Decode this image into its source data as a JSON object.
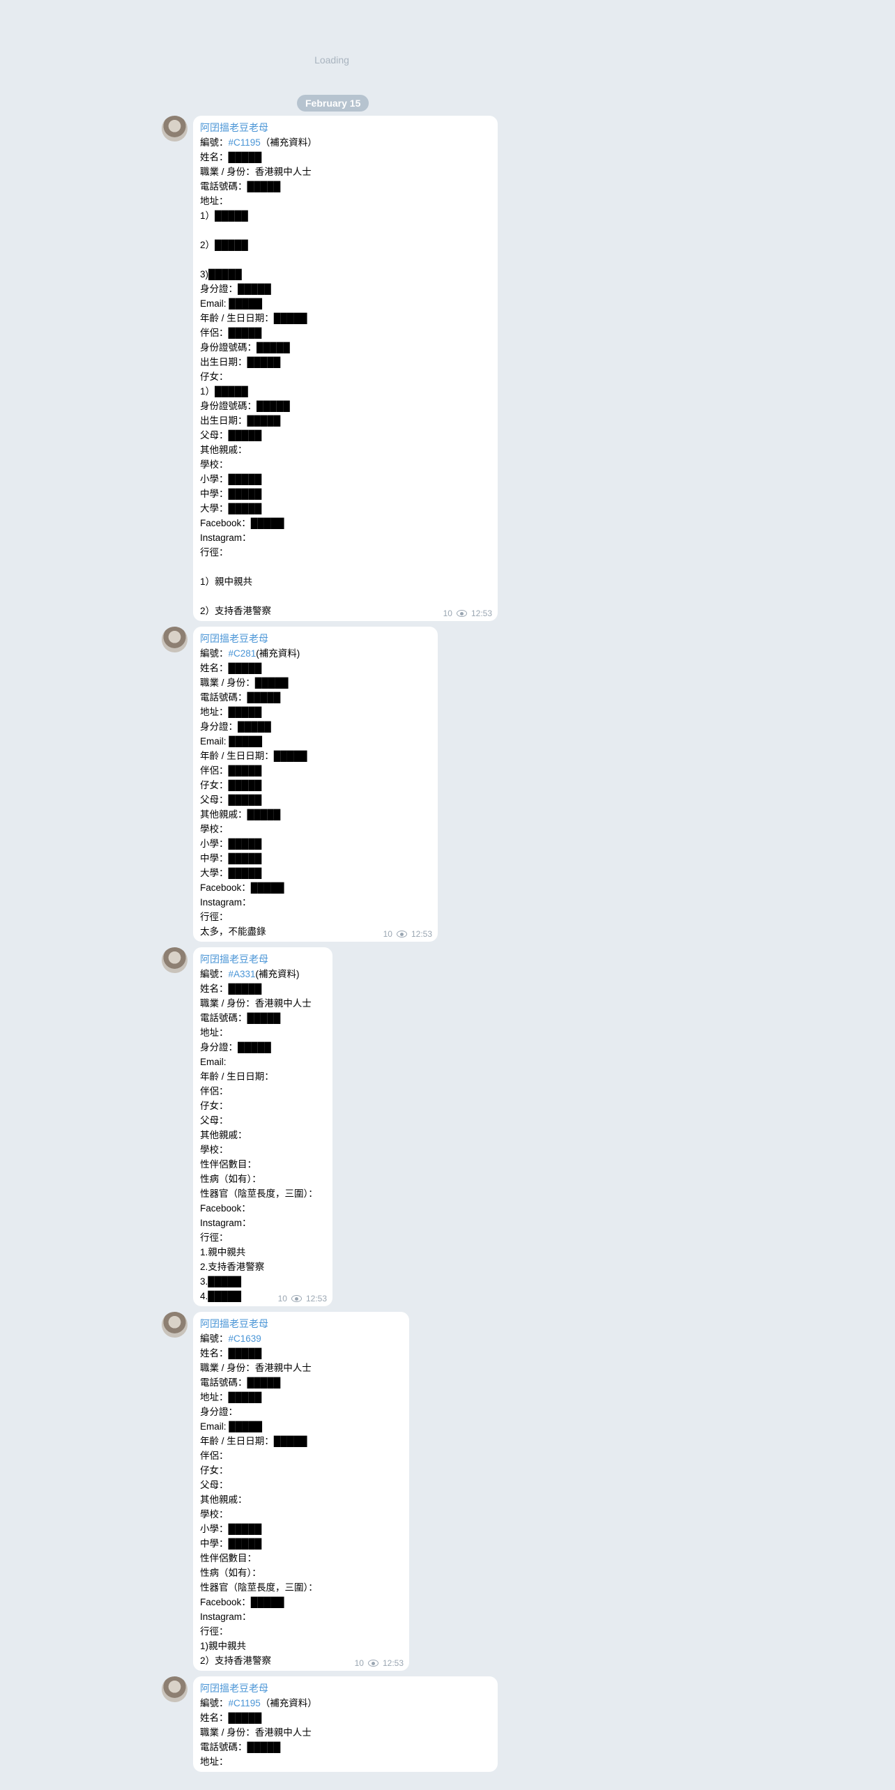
{
  "loading": "Loading",
  "date": "February 15",
  "messages": [
    {
      "author": "阿囝搵老豆老母",
      "tag": "#C1195",
      "tag_suffix": "（補充資料）",
      "views": "10",
      "time": "12:53",
      "lines": [
        "姓名：█████",
        "職業 / 身份：香港親中人士",
        "電話號碼：█████",
        "地址：",
        "1）█████",
        "",
        "2）█████",
        "",
        "3)█████",
        "身分證：█████",
        "Email: █████",
        "年齡 / 生日日期：█████",
        "伴侶：█████",
        "身份證號碼：█████",
        "出生日期：█████",
        "仔女：",
        "1）█████",
        "身份證號碼：█████",
        "出生日期：█████",
        "父母：█████",
        "其他親戚：",
        "學校：",
        "小學：█████",
        "中學：█████",
        "大學：█████",
        "Facebook：█████",
        "Instagram：",
        "行徑：",
        "",
        "1）親中親共",
        "",
        "2）支持香港警察"
      ]
    },
    {
      "author": "阿囝搵老豆老母",
      "tag": "#C281",
      "tag_suffix": "(補充資料)",
      "views": "10",
      "time": "12:53",
      "lines": [
        "姓名：█████",
        "職業 / 身份：█████",
        "電話號碼：█████",
        "地址：█████",
        "身分證：█████",
        "Email: █████",
        "年齡 / 生日日期：█████",
        "伴侶：█████",
        "仔女：█████",
        "父母：█████",
        "其他親戚：█████",
        "學校：",
        "小學：█████",
        "中學：█████",
        "大學：█████",
        "Facebook：█████",
        "Instagram：",
        "行徑：",
        "太多，不能盡錄"
      ]
    },
    {
      "author": "阿囝搵老豆老母",
      "tag": "#A331",
      "tag_suffix": "(補充資料)",
      "views": "10",
      "time": "12:53",
      "lines": [
        "姓名：█████",
        "職業 / 身份：香港親中人士",
        "電話號碼：█████",
        "地址：",
        "身分證：█████",
        "Email:",
        "年齡 / 生日日期：",
        "伴侶：",
        "仔女：",
        "父母：",
        "其他親戚：",
        "學校：",
        "性伴侶數目：",
        "性病（如有）：",
        "性器官（陰莖長度，三圍）：",
        "Facebook：",
        "Instagram：",
        "行徑：",
        "1.親中親共",
        "2.支持香港警察",
        "3.█████",
        "4.█████"
      ]
    },
    {
      "author": "阿囝搵老豆老母",
      "tag": "#C1639",
      "tag_suffix": "",
      "views": "10",
      "time": "12:53",
      "lines": [
        "姓名：█████",
        "職業 / 身份：香港親中人士",
        "電話號碼：█████",
        "地址：█████",
        "身分證：",
        "Email: █████",
        "年齡 / 生日日期：█████",
        "伴侶：",
        "仔女：",
        "父母：",
        "其他親戚：",
        "學校：",
        "小學：█████",
        "中學：█████",
        "性伴侶數目：",
        "性病（如有）：",
        "性器官（陰莖長度，三圍）：",
        "Facebook：█████",
        "Instagram：",
        "行徑：",
        "1)親中親共",
        "2）支持香港警察"
      ]
    },
    {
      "author": "阿囝搵老豆老母",
      "tag": "#C1195",
      "tag_suffix": "（補充資料）",
      "views": "",
      "time": "",
      "lines": [
        "姓名：█████",
        "職業 / 身份：香港親中人士",
        "電話號碼：█████",
        "地址："
      ]
    }
  ]
}
